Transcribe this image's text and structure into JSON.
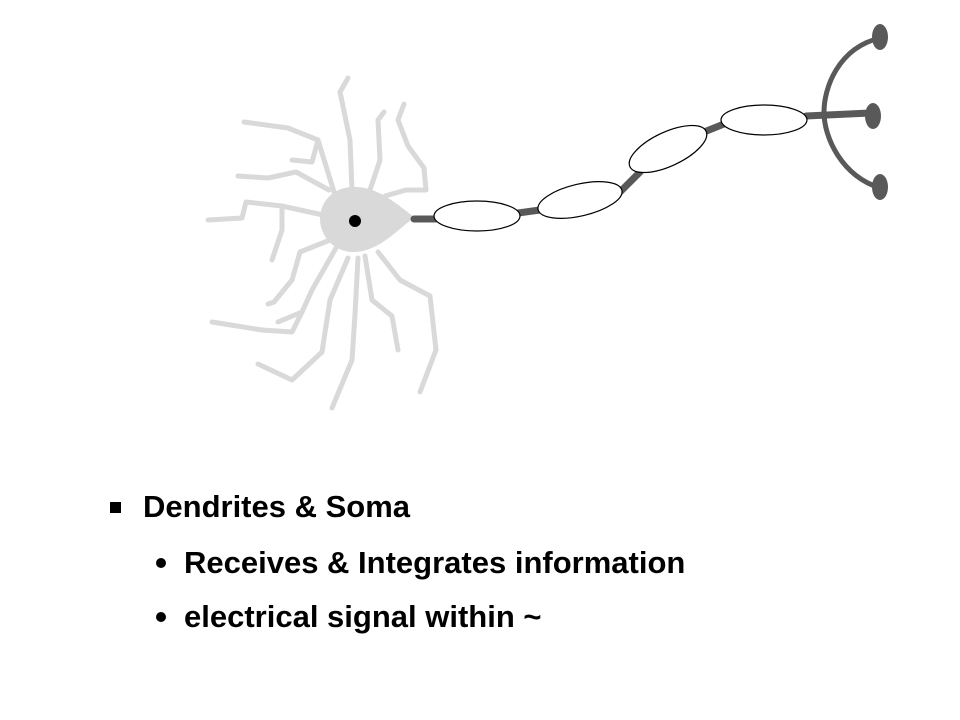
{
  "bullets": {
    "main": "Dendrites & Soma",
    "sub": [
      "Receives & Integrates information",
      "electrical signal within ~"
    ]
  },
  "colors": {
    "dendrite": "#d9d9d9",
    "soma": "#d9d9d9",
    "axon": "#595959",
    "myelin_fill": "#ffffff",
    "outline": "#000000",
    "text": "#000000"
  },
  "icons": {
    "level1": "square-bullet-icon",
    "level2": "round-bullet-icon"
  }
}
